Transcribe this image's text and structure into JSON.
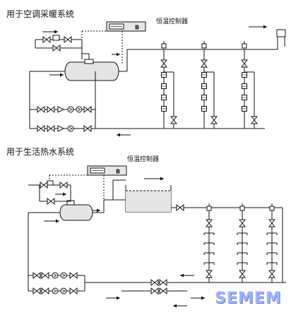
{
  "sections": [
    {
      "title": "用于空调采暖系统",
      "controller_label": "恒温控制器",
      "controller_display": "B"
    },
    {
      "title": "用于生活热水系统",
      "controller_label": "恒温控制器",
      "controller_display": "B"
    }
  ],
  "watermark": "SEMEM"
}
